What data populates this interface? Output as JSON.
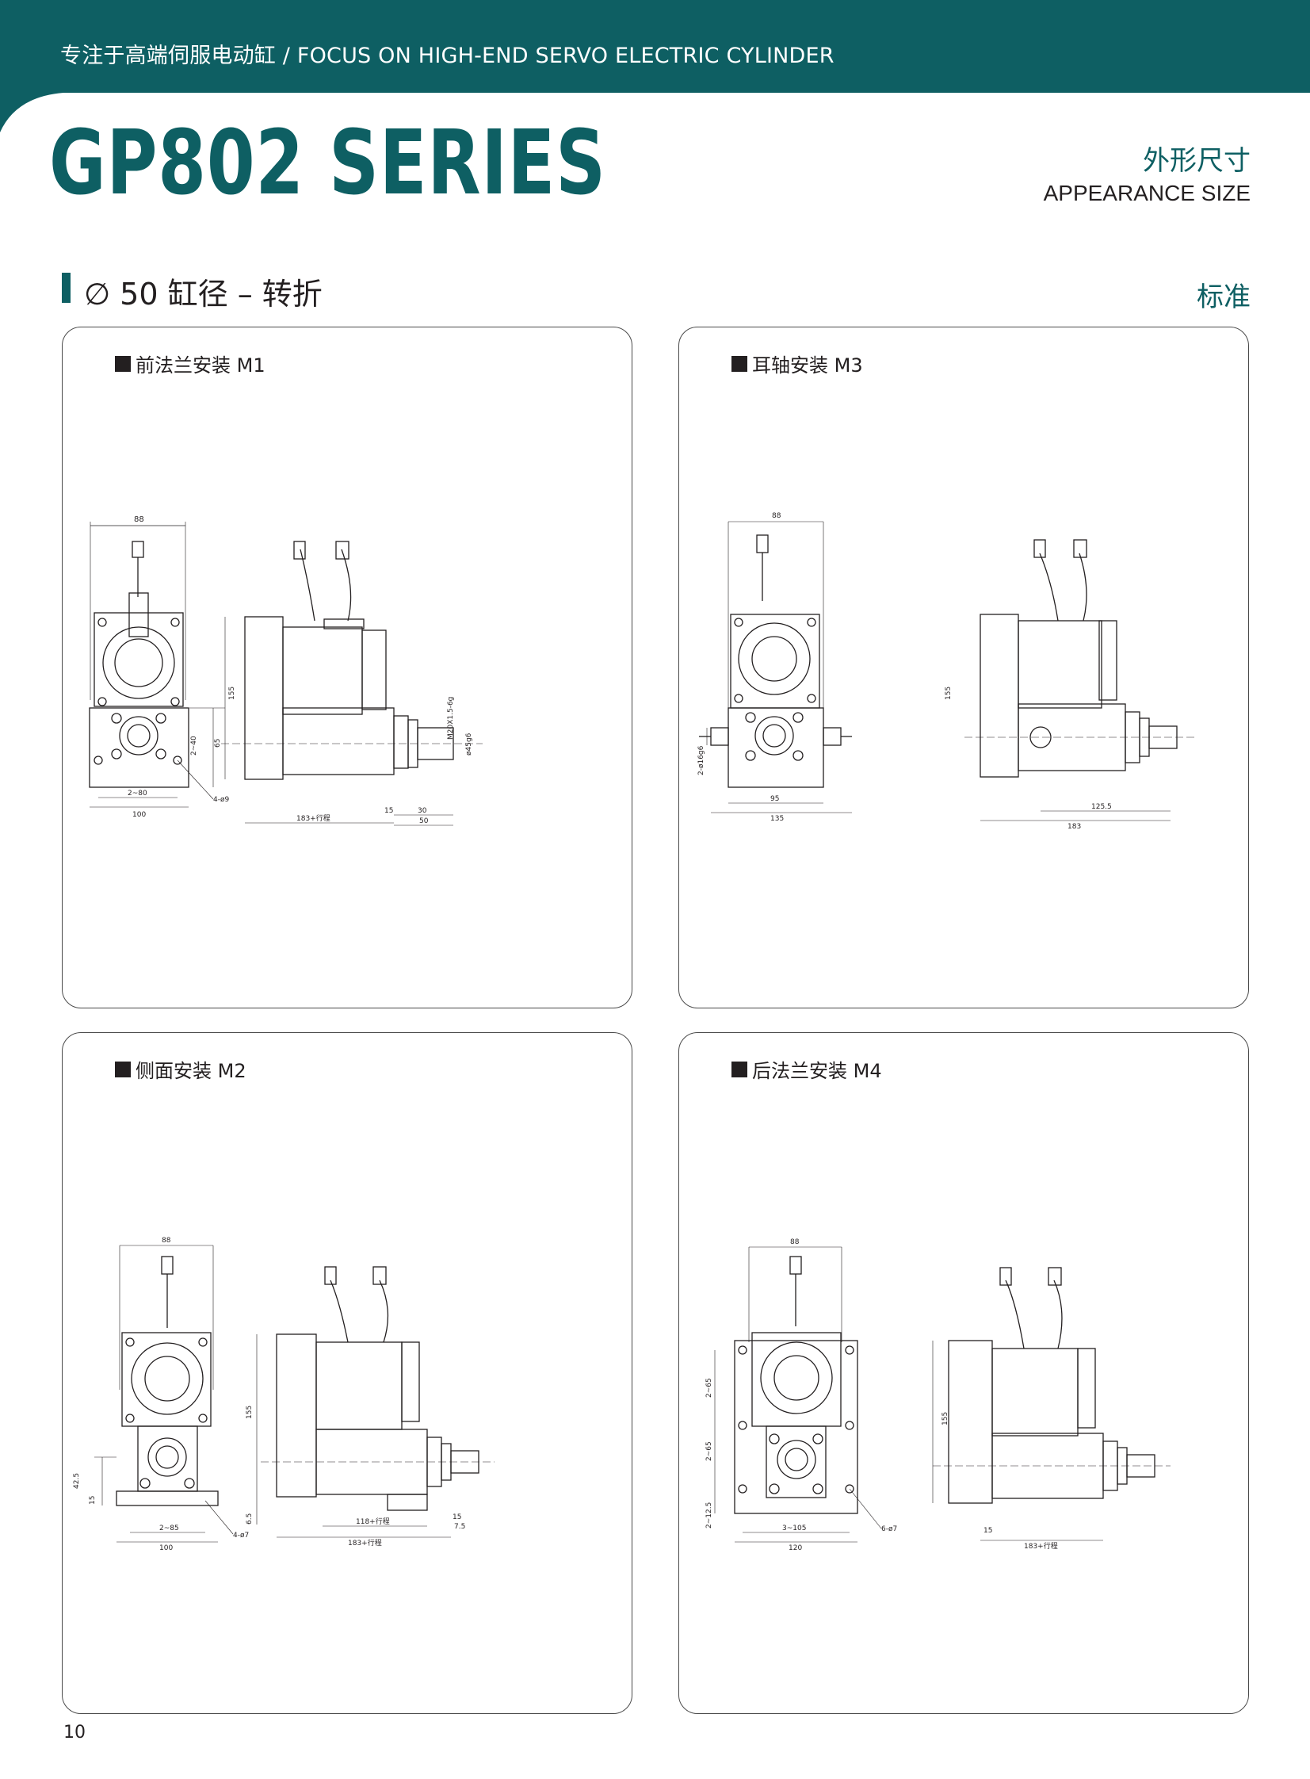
{
  "header": {
    "tagline": "专注于高端伺服电动缸 / FOCUS ON HIGH-END SERVO ELECTRIC CYLINDER",
    "series": "GP802 SERIES",
    "section_cn": "外形尺寸",
    "section_en": "APPEARANCE SIZE"
  },
  "section": {
    "title": "∅ 50 缸径 – 转折",
    "variant": "标准"
  },
  "panels": [
    {
      "label": "前法兰安装 M1",
      "dims": {
        "d88": "88",
        "d155": "155",
        "d2x40": "2~40",
        "d65": "65",
        "d2x80": "2~80",
        "d100": "100",
        "d4phi9": "4-ø9",
        "thread": "M20X1.5-6g",
        "d45": "ø45g6",
        "d183": "183+行程",
        "d15": "15",
        "d30": "30",
        "d50": "50"
      }
    },
    {
      "label": "耳轴安装 M3",
      "dims": {
        "d88": "88",
        "d155": "155",
        "d2x16": "2-ø16g6",
        "d95": "95",
        "d135": "135",
        "d125": "125.5",
        "d183": "183"
      }
    },
    {
      "label": "侧面安装 M2",
      "dims": {
        "d88": "88",
        "d155": "155",
        "d42": "42.5",
        "d15": "15",
        "d2x85": "2~85",
        "d100": "100",
        "d4phi7": "4-ø7",
        "d65": "6.5",
        "d118": "118+行程",
        "d15b": "15",
        "d75": "7.5",
        "d183": "183+行程"
      }
    },
    {
      "label": "后法兰安装 M4",
      "dims": {
        "d88": "88",
        "d2x65a": "2~65",
        "d2x65b": "2~65",
        "d2x125": "2~12.5",
        "d3x105": "3~105",
        "d120": "120",
        "d6phi7": "6-ø7",
        "d155": "155",
        "d15": "15",
        "d183": "183+行程"
      }
    }
  ],
  "footer": {
    "page": "10"
  },
  "colors": {
    "brand": "#0e5f63",
    "text": "#231f20"
  }
}
